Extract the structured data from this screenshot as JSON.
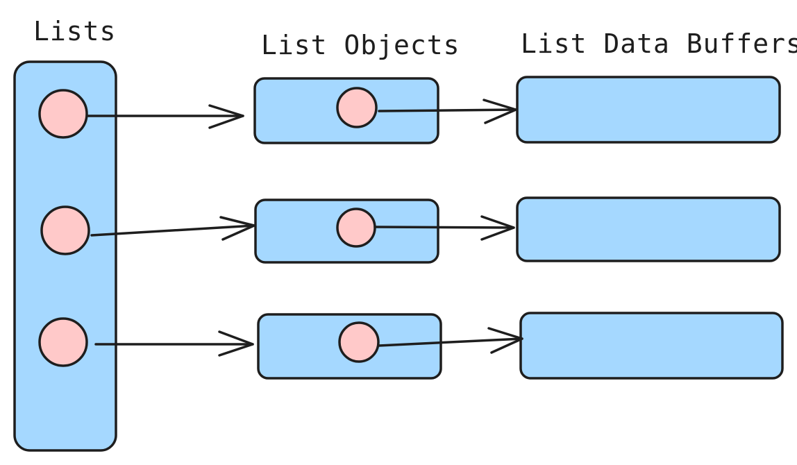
{
  "colors": {
    "box_fill": "#a5d8ff",
    "dot_fill": "#ffc9c9",
    "stroke": "#1e1e1e",
    "background": "#ffffff"
  },
  "labels": {
    "lists": "Lists",
    "list_objects": "List Objects",
    "list_data_buffers": "List Data Buffers"
  }
}
